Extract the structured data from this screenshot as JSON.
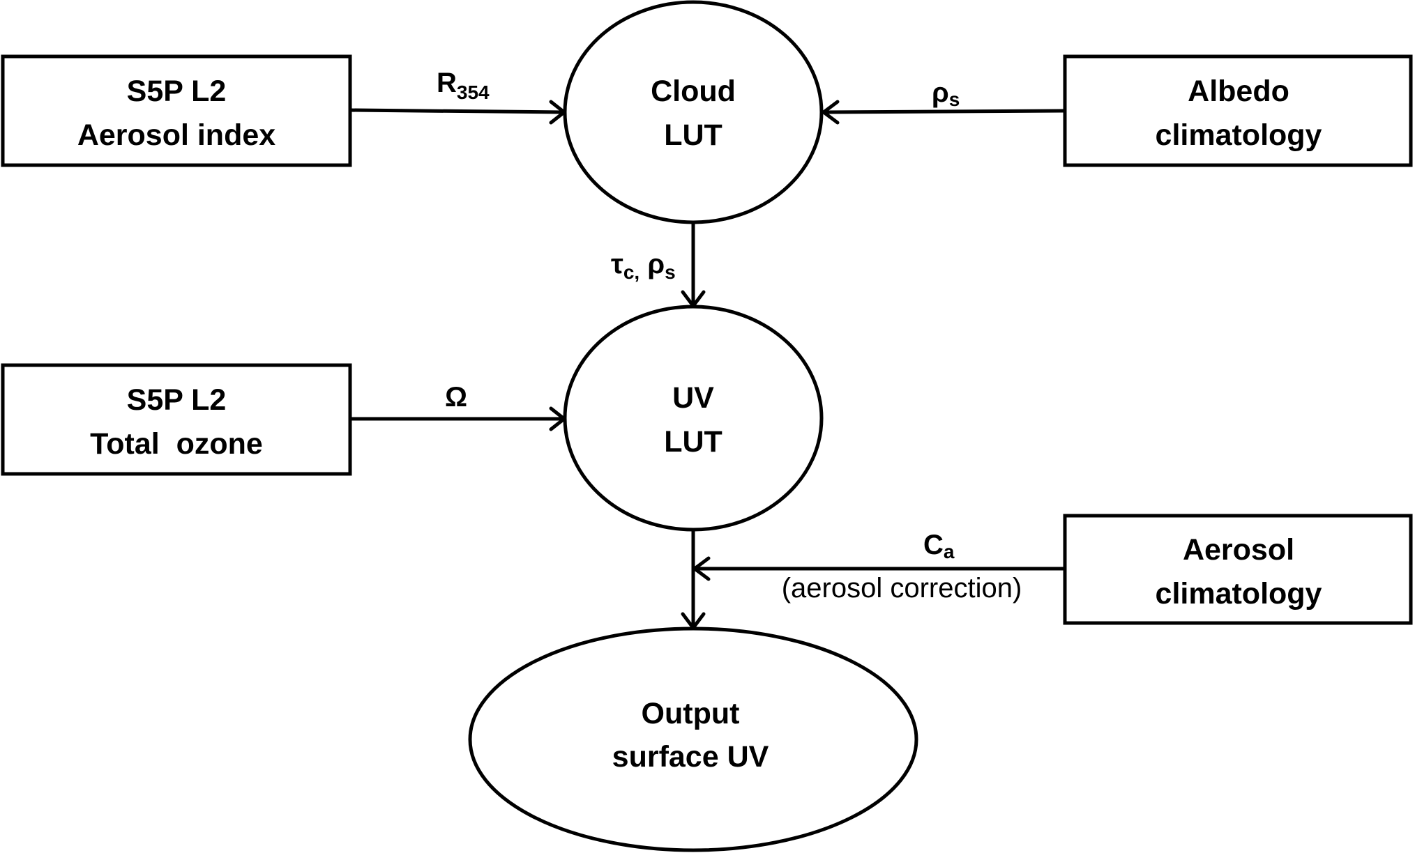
{
  "diagram": {
    "nodes": {
      "aerosol_index": {
        "type": "input-box",
        "line1": "S5P L2",
        "line2": "Aerosol index"
      },
      "albedo": {
        "type": "input-box",
        "line1": "Albedo",
        "line2": "climatology"
      },
      "total_ozone": {
        "type": "input-box",
        "line1": "S5P L2",
        "line2": "Total  ozone"
      },
      "aerosol_clim": {
        "type": "input-box",
        "line1": "Aerosol",
        "line2": "climatology"
      },
      "cloud_lut": {
        "type": "process-ellipse",
        "line1": "Cloud",
        "line2": "LUT"
      },
      "uv_lut": {
        "type": "process-ellipse",
        "line1": "UV",
        "line2": "LUT"
      },
      "output": {
        "type": "output-ellipse",
        "line1": "Output",
        "line2": "surface UV"
      }
    },
    "edges": [
      {
        "from": "aerosol_index",
        "to": "cloud_lut",
        "label": "R",
        "label_sub": "354"
      },
      {
        "from": "albedo",
        "to": "cloud_lut",
        "label": "ρ",
        "label_sub": "s"
      },
      {
        "from": "cloud_lut",
        "to": "uv_lut",
        "label": "τ",
        "label_sub": "c,",
        "label2": " ρ",
        "label2_sub": "s"
      },
      {
        "from": "total_ozone",
        "to": "uv_lut",
        "label": "Ω"
      },
      {
        "from": "aerosol_clim",
        "to": "uv_to_output_line",
        "label": "C",
        "label_sub": "a",
        "note": "(aerosol correction)"
      },
      {
        "from": "uv_lut",
        "to": "output"
      }
    ]
  }
}
